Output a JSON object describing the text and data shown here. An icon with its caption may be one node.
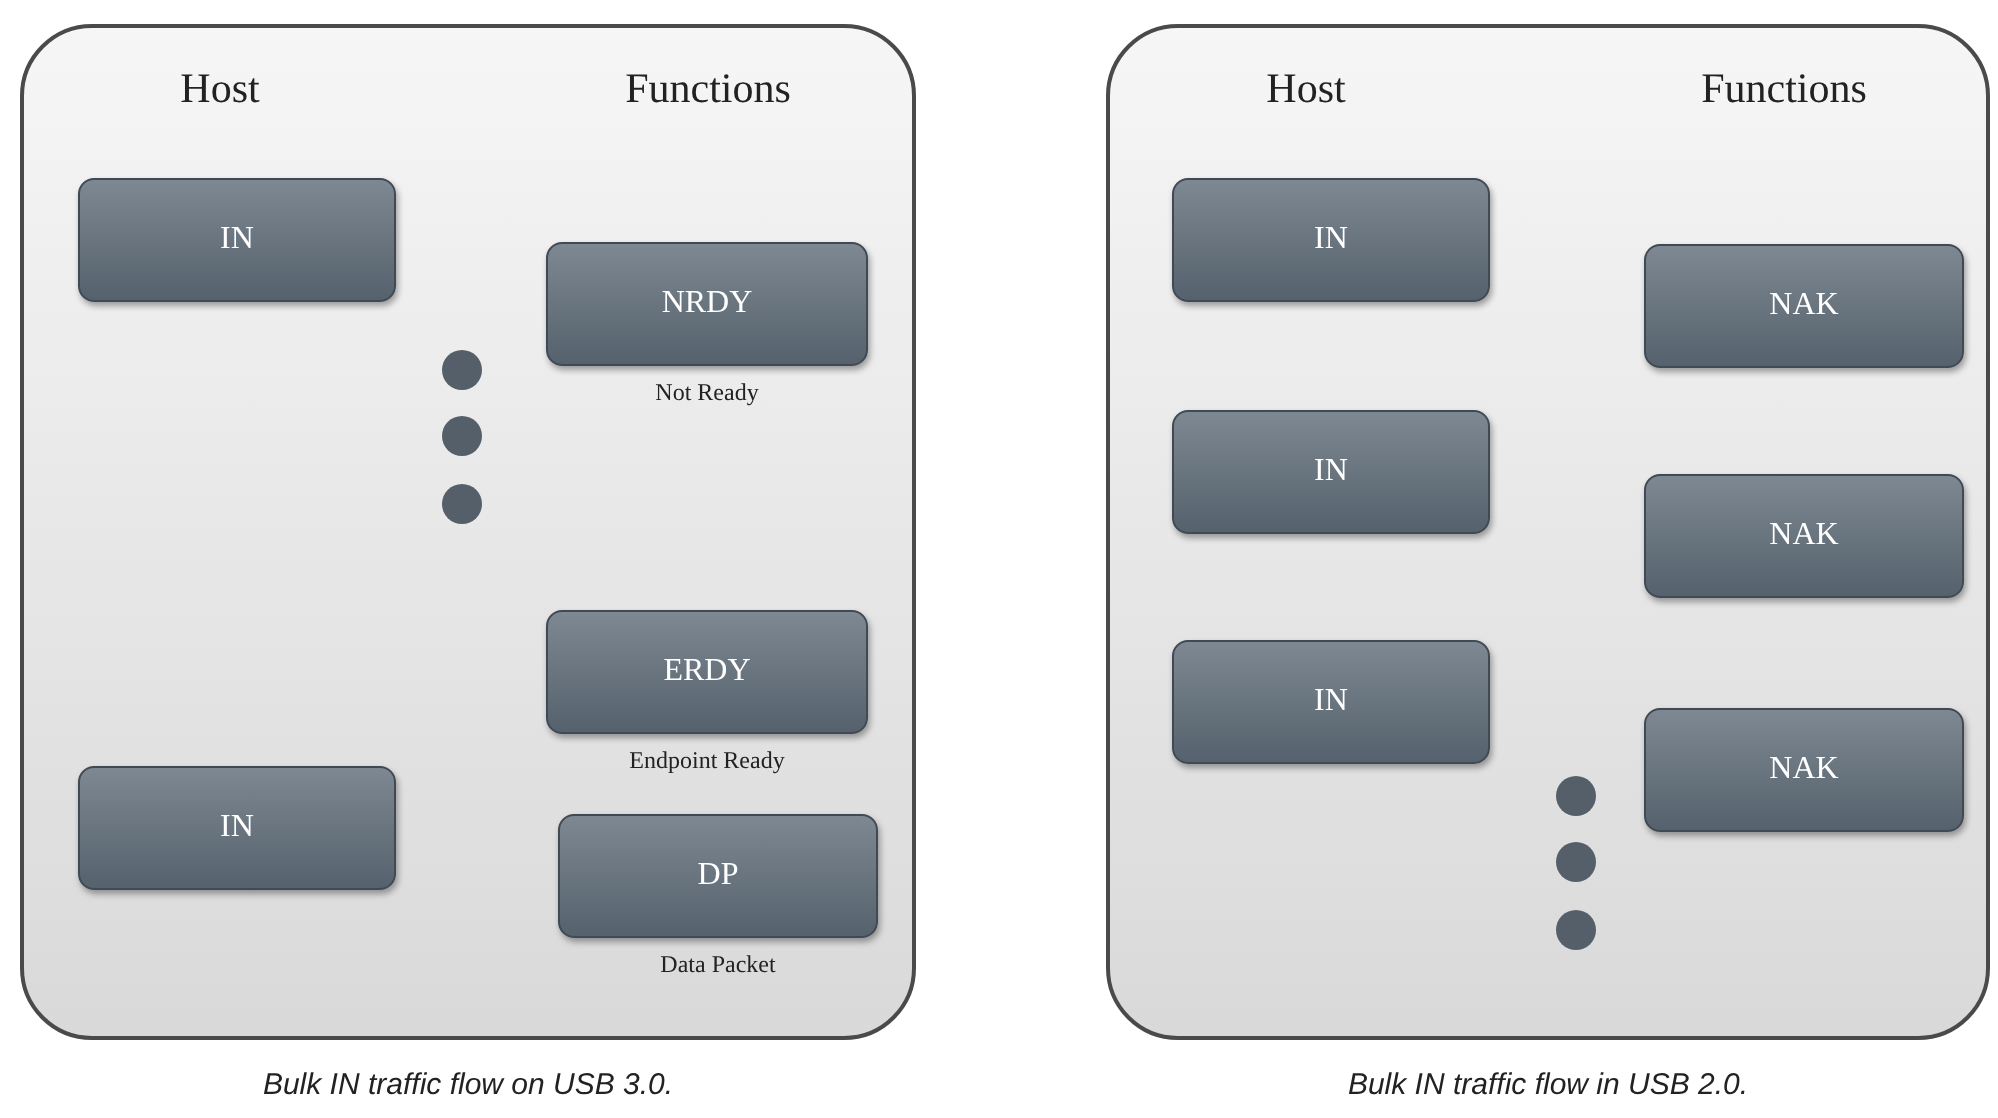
{
  "diagram": {
    "nodes": [
      {
        "text": [],
        "shape": "box",
        "beside": [
          "Bulk IN traffic flow on USB 3.0."
        ]
      },
      {
        "text": [
          "IN"
        ],
        "in": 0
      },
      {
        "text": [
          "NRDY"
        ],
        "in": 0,
        "beside": [
          "Not Ready"
        ]
      },
      {
        "text": [
          "ERDY"
        ],
        "in": 0,
        "beside": [
          "Endpoint Ready"
        ]
      },
      {
        "text": [
          "IN"
        ],
        "in": 0
      },
      {
        "text": [
          "DP"
        ],
        "in": 0,
        "beside": [
          "Data Packet"
        ]
      },
      {
        "text": [],
        "shape": "box",
        "beside": [
          "Bulk IN traffic flow in USB 2.0."
        ]
      },
      {
        "text": [
          "IN"
        ],
        "in": 6
      },
      {
        "text": [
          "NAK"
        ],
        "in": 6
      },
      {
        "text": [
          "IN"
        ],
        "in": 6
      },
      {
        "text": [
          "NAK"
        ],
        "in": 6
      },
      {
        "text": [
          "IN"
        ],
        "in": 6
      },
      {
        "text": [
          "NAK"
        ],
        "in": 6
      }
    ],
    "labels": [
      "Host",
      "Functions",
      "Host",
      "Functions"
    ]
  }
}
